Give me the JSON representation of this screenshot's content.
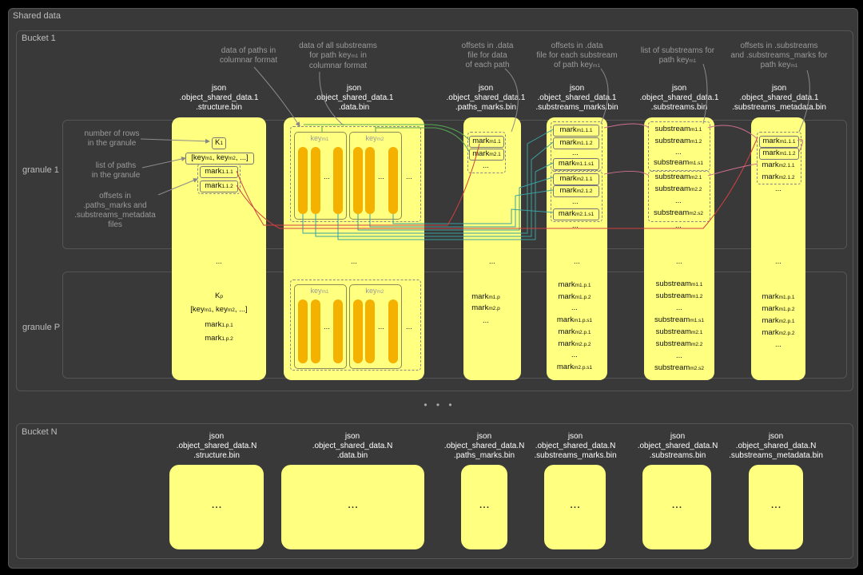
{
  "shared_label": "Shared data",
  "bucket1": {
    "label": "Bucket 1",
    "granule1_label": "granule 1",
    "granuleP_label": "granule P",
    "annotations_top": {
      "paths_columnar": [
        "data of paths in",
        "columnar format"
      ],
      "all_substreams": [
        "data of all substreams",
        "for path key",
        "m1",
        " in",
        "columnar format"
      ],
      "offsets_data": [
        "offsets in .data",
        "file for data",
        "of each path"
      ],
      "offsets_substream": [
        "offsets in .data",
        "file for each substream",
        "of path key",
        "m1"
      ],
      "list_substreams": [
        "list of substreams for",
        "path key",
        "m1"
      ],
      "offsets_substreams": [
        "offsets in .substreams",
        "and .substreams_marks for",
        "path key",
        "m1"
      ]
    },
    "annotations_left": {
      "rows": [
        "number of rows",
        "in the granule"
      ],
      "paths": [
        "list of paths",
        "in the granule"
      ],
      "offsets": [
        "offsets in",
        ".paths_marks and",
        ".substreams_metadata",
        "files"
      ]
    },
    "files": [
      [
        "json",
        ".object_shared_data.1",
        ".structure.bin"
      ],
      [
        "json",
        ".object_shared_data.1",
        ".data.bin"
      ],
      [
        "json",
        ".object_shared_data.1",
        ".paths_marks.bin"
      ],
      [
        "json",
        ".object_shared_data.1",
        ".substreams_marks.bin"
      ],
      [
        "json",
        ".object_shared_data.1",
        ".substreams.bin"
      ],
      [
        "json",
        ".object_shared_data.1",
        ".substreams_metadata.bin"
      ]
    ],
    "ellipsis": "...",
    "key_m1": "key",
    "key_m2": "key",
    "sub_m1": "m1",
    "sub_m2": "m2"
  },
  "middle_dots": "• • •",
  "bucketN": {
    "label": "Bucket N",
    "files": [
      [
        "json",
        ".object_shared_data.N",
        ".structure.bin"
      ],
      [
        "json",
        ".object_shared_data.N",
        ".data.bin"
      ],
      [
        "json",
        ".object_shared_data.N",
        ".paths_marks.bin"
      ],
      [
        "json",
        ".object_shared_data.N",
        ".substreams_marks.bin"
      ],
      [
        "json",
        ".object_shared_data.N",
        ".substreams.bin"
      ],
      [
        "json",
        ".object_shared_data.N",
        ".substreams_metadata.bin"
      ]
    ],
    "ellipsis": "..."
  },
  "colors": {
    "yellow": "#ffff80",
    "orange": "#f5b100",
    "panel": "#393939",
    "red": "#d04040",
    "green": "#55a855",
    "teal": "#3aa0a0",
    "pink": "#d07090"
  }
}
